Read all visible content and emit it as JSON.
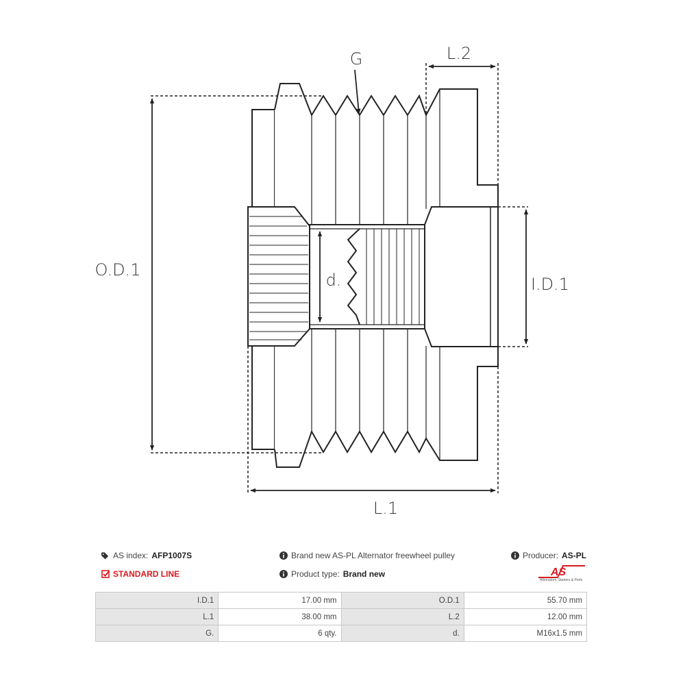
{
  "diagram": {
    "labels": {
      "g": "G",
      "l2": "L.2",
      "od1": "O.D.1",
      "id1": "I.D.1",
      "d": "d.",
      "l1": "L.1"
    }
  },
  "info": {
    "as_index_label": "AS index:",
    "as_index_value": "AFP1007S",
    "standard_line": "STANDARD LINE",
    "description": "Brand new AS-PL Alternator freewheel pulley",
    "product_type_label": "Product type:",
    "product_type_value": "Brand new",
    "producer_label": "Producer:",
    "producer_value": "AS-PL",
    "logo_text": "AS",
    "logo_caption": "Alternators, Starters & Parts",
    "accent_color": "#d7191f"
  },
  "specs": [
    {
      "label_a": "I.D.1",
      "value_a": "17.00 mm",
      "label_b": "O.D.1",
      "value_b": "55.70 mm"
    },
    {
      "label_a": "L.1",
      "value_a": "38.00 mm",
      "label_b": "L.2",
      "value_b": "12.00 mm"
    },
    {
      "label_a": "G.",
      "value_a": "6 qty.",
      "label_b": "d.",
      "value_b": "M16x1.5 mm"
    }
  ]
}
